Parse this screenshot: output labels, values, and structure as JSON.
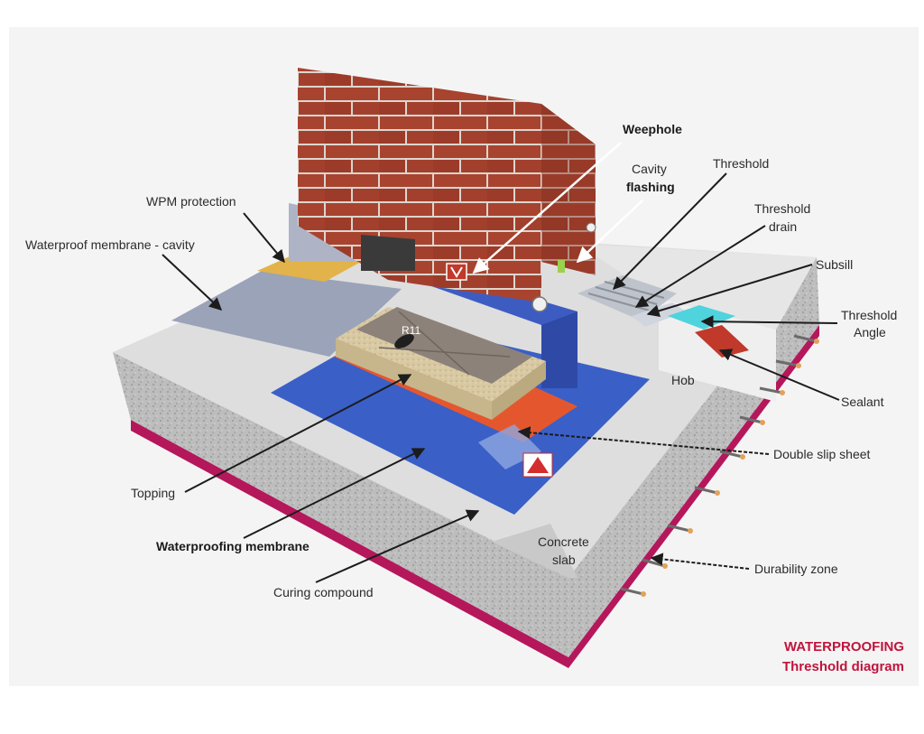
{
  "caption": {
    "line1": "WATERPROOFING",
    "line2": "Threshold diagram"
  },
  "labels": {
    "weephole": "Weephole",
    "cavity": "Cavity",
    "flashing": "flashing",
    "threshold": "Threshold",
    "threshold_drain_1": "Threshold",
    "threshold_drain_2": "drain",
    "subsill": "Subsill",
    "threshold_angle_1": "Threshold",
    "threshold_angle_2": "Angle",
    "hob": "Hob",
    "sealant": "Sealant",
    "double_slip_sheet": "Double slip sheet",
    "wpm_protection": "WPM protection",
    "waterproof_membrane_cavity": "Waterproof membrane - cavity",
    "topping": "Topping",
    "waterproofing_membrane": "Waterproofing membrane",
    "curing_compound": "Curing compound",
    "concrete_slab_1": "Concrete",
    "concrete_slab_2": "slab",
    "durability_zone": "Durability zone",
    "mat_mark": "R11"
  },
  "colors": {
    "brick": "#a8432f",
    "mortar": "#dcd6cf",
    "membrane_blue": "#3a5fc7",
    "slab_grey": "#b8b8b8",
    "slip_sheet_orange": "#e4572e",
    "wpm_protection_yellow": "#e2b34a",
    "cavity_membrane": "#9aa3b8",
    "durability_magenta": "#b5175b",
    "threshold_angle_cyan": "#4fd3dc",
    "caption_red": "#c0143c"
  }
}
